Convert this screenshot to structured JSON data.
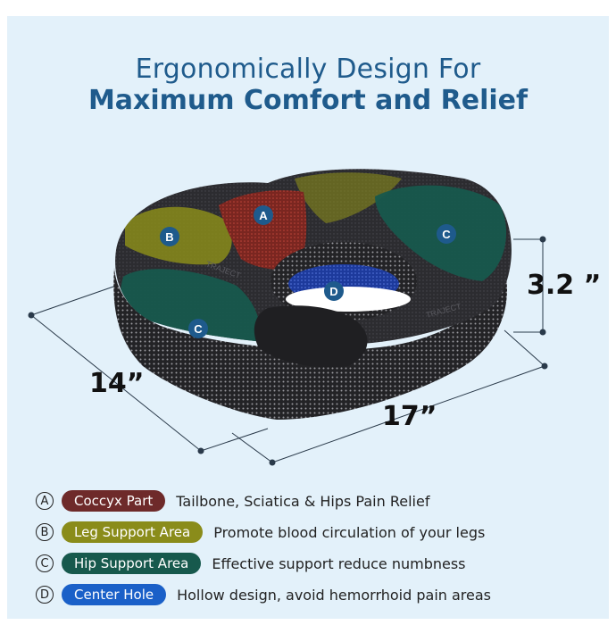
{
  "header": {
    "line1": "Ergonomically Design For",
    "line2": "Maximum Comfort and Relief"
  },
  "image": {
    "zones": [
      {
        "letter": "A",
        "name": "coccyx"
      },
      {
        "letter": "B",
        "name": "leg-support"
      },
      {
        "letter": "C",
        "name": "hip-support"
      },
      {
        "letter": "C",
        "name": "hip-support"
      },
      {
        "letter": "D",
        "name": "center-hole"
      }
    ],
    "watermark": "TRAJECT"
  },
  "dimensions": {
    "depth": "14”",
    "width": "17”",
    "height": "3.2 ”"
  },
  "legend": [
    {
      "letter": "A",
      "label": "Coccyx Part",
      "desc": "Tailbone, Sciatica & Hips Pain Relief",
      "color": "#6e2a2a"
    },
    {
      "letter": "B",
      "label": "Leg Support Area",
      "desc": "Promote blood circulation of your legs",
      "color": "#8a8c1a"
    },
    {
      "letter": "C",
      "label": "Hip Support Area",
      "desc": "Effective support reduce numbness",
      "color": "#17594d"
    },
    {
      "letter": "D",
      "label": "Center Hole",
      "desc": "Hollow design, avoid hemorrhoid pain areas",
      "color": "#1a60c8"
    }
  ],
  "colors": {
    "background": "#e3f1fa",
    "title": "#1f5b8c",
    "cushion": "#2b2b2e"
  }
}
